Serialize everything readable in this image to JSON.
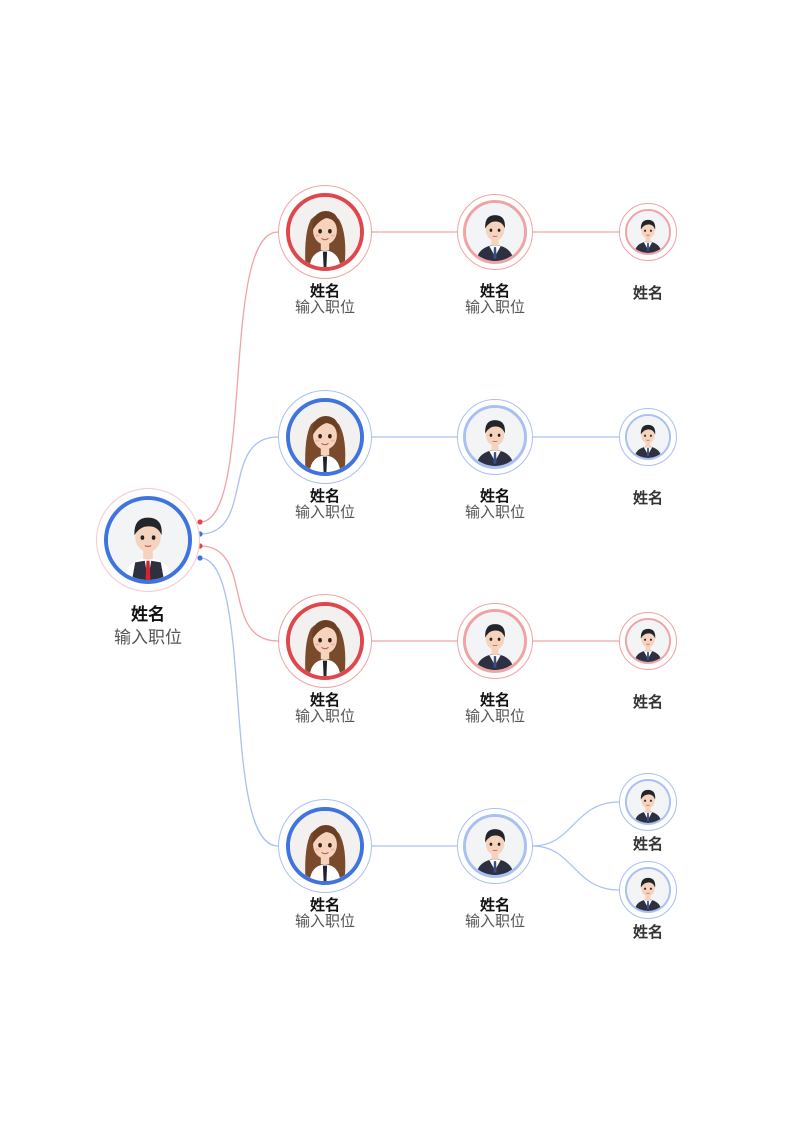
{
  "colors": {
    "red": "#e0474c",
    "blue": "#3f73e0",
    "red_light": "#f0a3a4",
    "blue_light": "#a9c0f2"
  },
  "root": {
    "name": "姓名",
    "title": "输入职位",
    "color": "blue",
    "avatar": "boy-vest-icon"
  },
  "branches": [
    {
      "color": "red",
      "level1": {
        "name": "姓名",
        "title": "输入职位",
        "avatar": "girl-icon"
      },
      "level2": {
        "name": "姓名",
        "title": "输入职位",
        "avatar": "boy-icon"
      },
      "level3": [
        {
          "name": "姓名",
          "avatar": "boy-icon"
        }
      ]
    },
    {
      "color": "blue",
      "level1": {
        "name": "姓名",
        "title": "输入职位",
        "avatar": "girl-icon"
      },
      "level2": {
        "name": "姓名",
        "title": "输入职位",
        "avatar": "boy-icon"
      },
      "level3": [
        {
          "name": "姓名",
          "avatar": "boy-icon"
        }
      ]
    },
    {
      "color": "red",
      "level1": {
        "name": "姓名",
        "title": "输入职位",
        "avatar": "girl-icon"
      },
      "level2": {
        "name": "姓名",
        "title": "输入职位",
        "avatar": "boy-icon"
      },
      "level3": [
        {
          "name": "姓名",
          "avatar": "boy-icon"
        }
      ]
    },
    {
      "color": "blue",
      "level1": {
        "name": "姓名",
        "title": "输入职位",
        "avatar": "girl-icon"
      },
      "level2": {
        "name": "姓名",
        "title": "输入职位",
        "avatar": "boy-icon"
      },
      "level3": [
        {
          "name": "姓名",
          "avatar": "boy-icon"
        },
        {
          "name": "姓名",
          "avatar": "boy-icon"
        }
      ]
    }
  ]
}
